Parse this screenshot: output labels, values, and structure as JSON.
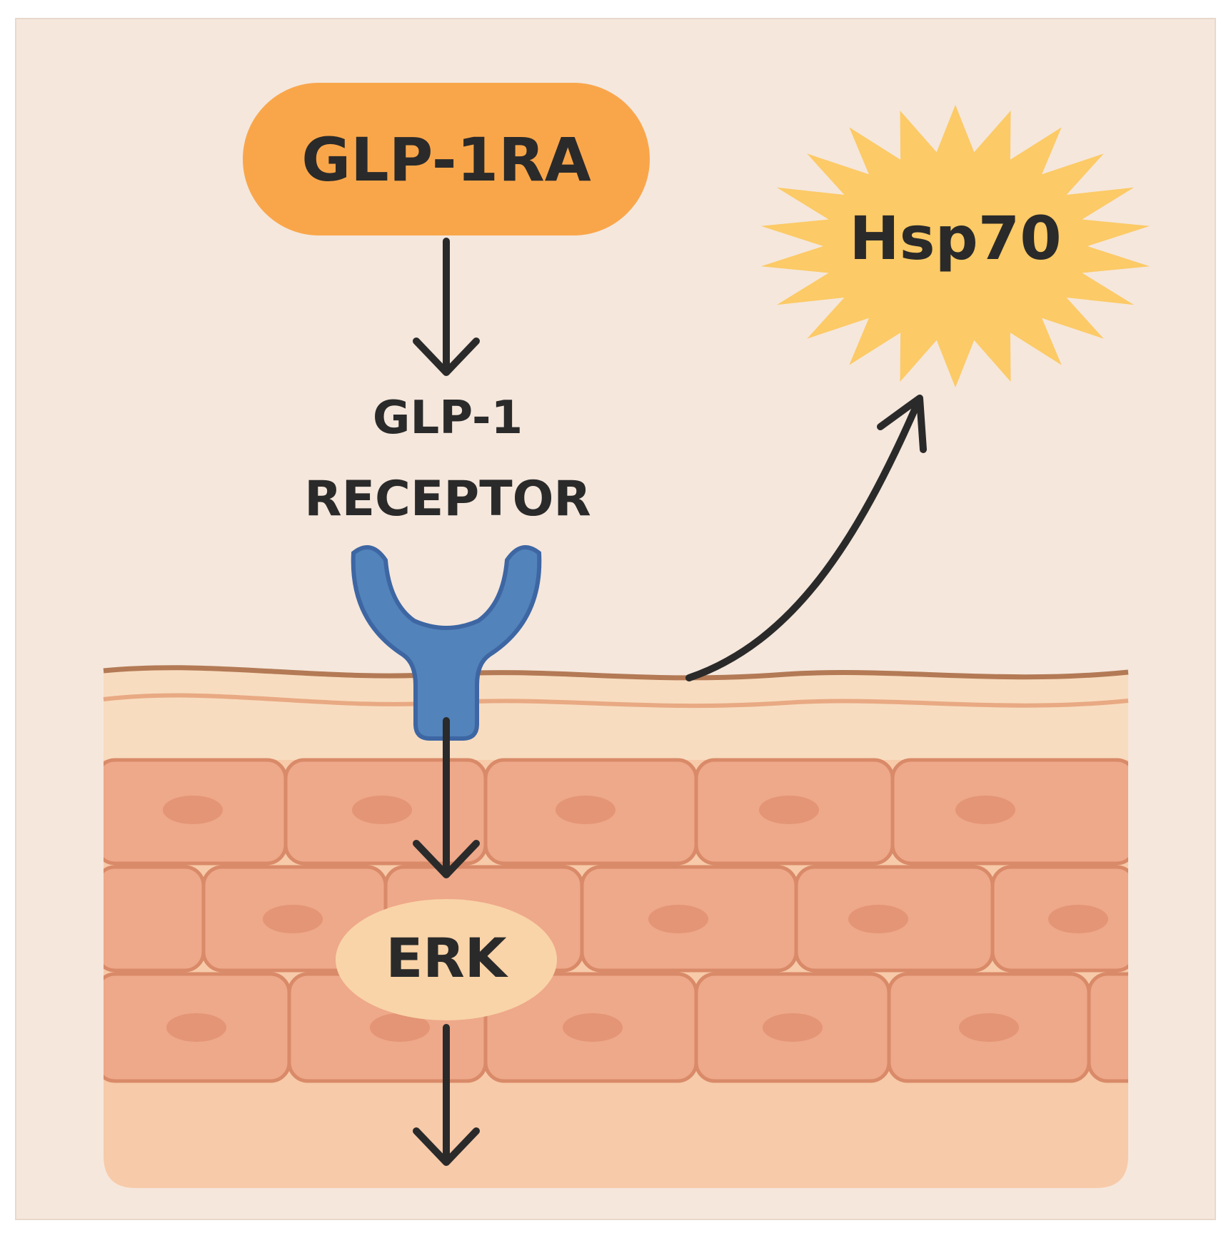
{
  "nodes": {
    "agonist": {
      "label": "GLP-1RA",
      "color": "#f9a64a"
    },
    "receptor": {
      "label_line1": "GLP-1",
      "label_line2": "RECEPTOR",
      "color": "#5283ba"
    },
    "erk": {
      "label": "ERK",
      "color": "#f9d4a8"
    },
    "hsp70": {
      "label": "Hsp70",
      "color": "#fcca66"
    }
  },
  "colors": {
    "background": "#f5e7dc",
    "tissue_top_layer": "#f8dcbf",
    "cells": "#eea88a",
    "cell_borders": "#d98a68",
    "nuclei": "#e39575",
    "arrows": "#2a2a2a"
  },
  "edges": [
    {
      "from": "GLP-1RA",
      "to": "GLP-1 RECEPTOR"
    },
    {
      "from": "GLP-1 RECEPTOR",
      "to": "ERK"
    },
    {
      "from": "ERK",
      "to": "downstream"
    },
    {
      "from": "tissue",
      "to": "Hsp70"
    }
  ]
}
